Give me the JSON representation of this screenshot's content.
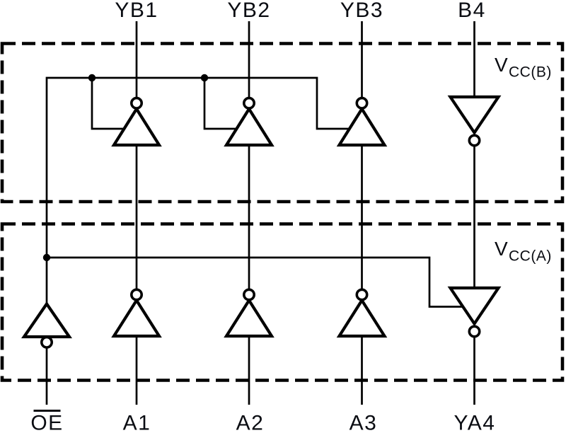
{
  "figure": {
    "top_pins": [
      "YB1",
      "YB2",
      "YB3",
      "B4"
    ],
    "bottom_pins": [
      "OE",
      "A1",
      "A2",
      "A3",
      "YA4"
    ],
    "oe_active_low": true,
    "supplies": {
      "b_domain": {
        "base": "V",
        "sub": "CC(B)"
      },
      "a_domain": {
        "base": "V",
        "sub": "CC(A)"
      }
    }
  },
  "colors": {
    "line": "#000000",
    "text": "#0a0c12",
    "background": "#ffffff"
  }
}
